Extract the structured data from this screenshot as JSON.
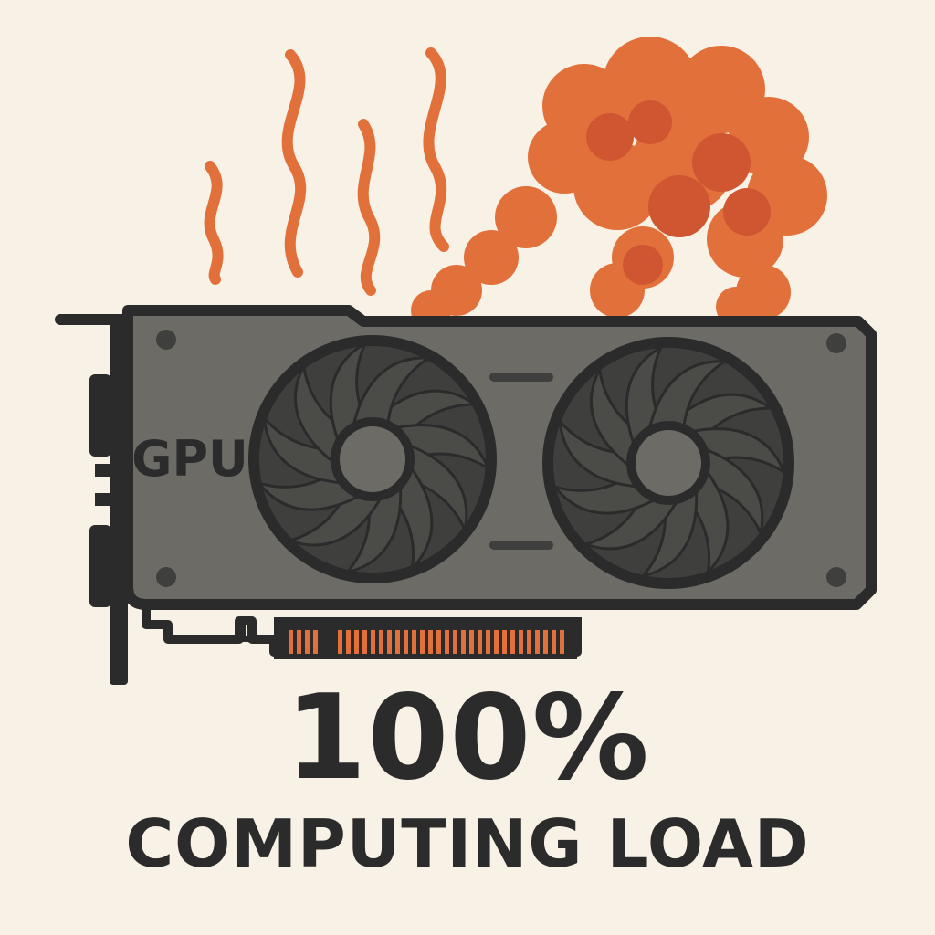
{
  "card": {
    "label": "GPU",
    "icon": "graphics-card-icon"
  },
  "effects": {
    "heat_icon": "heat-waves-icon",
    "smoke_icon": "smoke-cloud-icon",
    "heat_color": "#e2703a",
    "smoke_color": "#e2703a",
    "smoke_shade": "#cf5630"
  },
  "load": {
    "value": "100%",
    "label": "COMPUTING LOAD",
    "percent": 100
  },
  "colors": {
    "background": "#f8f1e6",
    "card_body": "#6c6b66",
    "outline": "#2b2b2b",
    "fan": "#3f3f3d",
    "connector": "#e2703a"
  }
}
